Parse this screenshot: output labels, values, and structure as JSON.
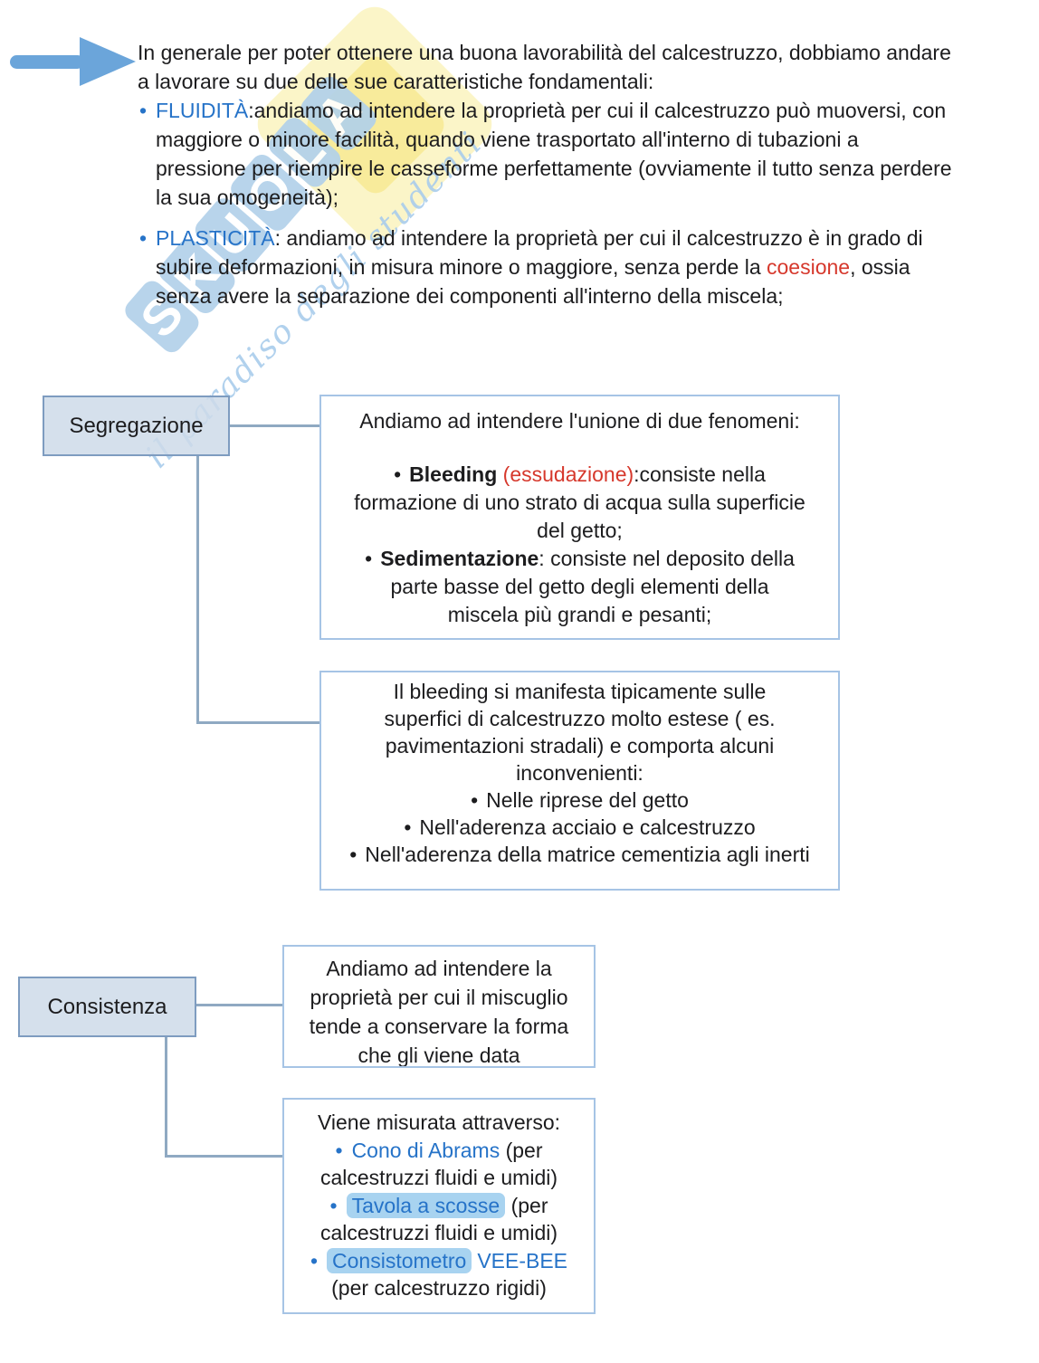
{
  "watermark": {
    "brand": "Skuola",
    "tagline": "il paradiso degli studenti"
  },
  "intro": {
    "text": "In generale per poter ottenere una buona lavorabilità del calcestruzzo, dobbiamo andare a lavorare su due delle sue caratteristiche fondamentali:"
  },
  "bullets": {
    "fluidita": {
      "term": "FLUIDITÀ",
      "rest": ":andiamo ad intendere la proprietà per cui il calcestruzzo può muoversi, con maggiore o minore facilità, quando viene trasportato all'interno di tubazioni a pressione per riempire le casseforme perfettamente (ovviamente il tutto senza perdere la sua omogeneità);"
    },
    "plasticita": {
      "term": "PLASTICITÀ",
      "before": ": andiamo ad intendere la proprietà per cui il calcestruzzo è in grado di subire deformazioni, in misura minore o maggiore, senza perde la ",
      "red": "coesione",
      "after": ", ossia senza avere la separazione dei componenti all'interno della miscela;"
    }
  },
  "segregazione": {
    "label": "Segregazione",
    "box1": {
      "title": "Andiamo ad intendere l'unione di due fenomeni:",
      "bullet1": {
        "bold": "Bleeding",
        "red": " (essudazione)",
        "rest": ":consiste nella formazione di uno strato di acqua sulla superficie del getto;"
      },
      "bullet2": {
        "bold": "Sedimentazione",
        "rest": ": consiste nel deposito della parte basse del getto degli elementi della miscela più grandi e pesanti;"
      }
    },
    "box2": {
      "paragraph": "Il bleeding si manifesta tipicamente sulle superfici di calcestruzzo molto estese ( es. pavimentazioni stradali) e comporta alcuni inconvenienti:",
      "items": {
        "item1": "Nelle riprese del getto",
        "item2": "Nell'aderenza acciaio e calcestruzzo",
        "item3": "Nell'aderenza della matrice cementizia agli inerti"
      }
    }
  },
  "consistenza": {
    "label": "Consistenza",
    "box3": {
      "text": "Andiamo ad intendere la proprietà per cui il miscuglio tende a conservare la forma che gli viene data"
    },
    "box4": {
      "title": "Viene misurata attraverso:",
      "item1": {
        "blue": "Cono di Abrams",
        "rest": " (per calcestruzzi fluidi e umidi)"
      },
      "item2": {
        "highlight": "Tavola a scosse",
        "rest": " (per calcestruzzi fluidi e umidi)"
      },
      "item3": {
        "highlight": "Consistometro",
        "blue": "VEE-BEE",
        "rest": " (per calcestruzzo rigidi)"
      }
    }
  },
  "colors": {
    "accent_blue_text": "#2673c8",
    "accent_red_text": "#d6382c",
    "label_box_fill": "#cedbe9",
    "label_box_border": "#7e9cc0",
    "content_box_border": "#a6c4e5",
    "connector": "#8fa9c2",
    "arrow_fill": "#6ba5da",
    "highlight_fill": "#a8d3f0",
    "watermark_blue": "#b2d1ea",
    "watermark_yellow": "#f8ec9a"
  }
}
